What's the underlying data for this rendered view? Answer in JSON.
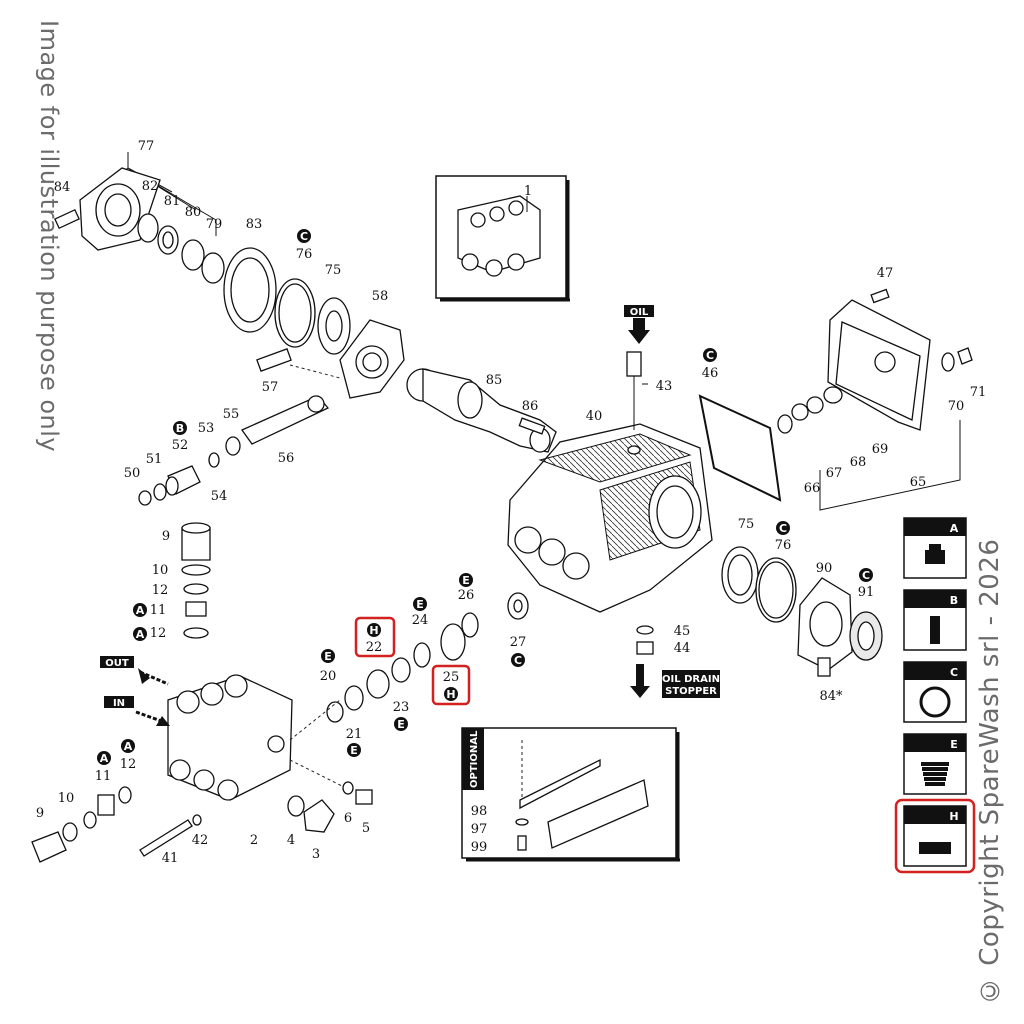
{
  "watermark_left": "Image for illustration purpose only",
  "watermark_right": "© Copyright SpareWash srl - 2026",
  "tags": {
    "oil": "OIL",
    "out": "OUT",
    "in": "IN",
    "drain_line1": "OIL DRAIN",
    "drain_line2": "STOPPER",
    "optional": "OPTIONAL"
  },
  "legend": [
    {
      "letter": "A",
      "icon": "valve-kit-icon",
      "highlighted": false
    },
    {
      "letter": "B",
      "icon": "piston-kit-icon",
      "highlighted": false
    },
    {
      "letter": "C",
      "icon": "gasket-kit-icon",
      "highlighted": false
    },
    {
      "letter": "E",
      "icon": "seal-kit-icon",
      "highlighted": false
    },
    {
      "letter": "H",
      "icon": "h-kit-icon",
      "highlighted": true
    }
  ],
  "part_labels": [
    {
      "id": "p77",
      "text": "77"
    },
    {
      "id": "p82",
      "text": "82"
    },
    {
      "id": "p81",
      "text": "81"
    },
    {
      "id": "p80",
      "text": "80"
    },
    {
      "id": "p79",
      "text": "79"
    },
    {
      "id": "p84",
      "text": "84"
    },
    {
      "id": "p83",
      "text": "83"
    },
    {
      "id": "p76a",
      "text": "76"
    },
    {
      "id": "p75a",
      "text": "75"
    },
    {
      "id": "p58",
      "text": "58"
    },
    {
      "id": "p57",
      "text": "57"
    },
    {
      "id": "p85",
      "text": "85"
    },
    {
      "id": "p86",
      "text": "86"
    },
    {
      "id": "p1",
      "text": "1"
    },
    {
      "id": "p43",
      "text": "43"
    },
    {
      "id": "p46",
      "text": "46"
    },
    {
      "id": "p40",
      "text": "40"
    },
    {
      "id": "p47",
      "text": "47"
    },
    {
      "id": "p71",
      "text": "71"
    },
    {
      "id": "p70",
      "text": "70"
    },
    {
      "id": "p69",
      "text": "69"
    },
    {
      "id": "p68",
      "text": "68"
    },
    {
      "id": "p67",
      "text": "67"
    },
    {
      "id": "p66",
      "text": "66"
    },
    {
      "id": "p65",
      "text": "65"
    },
    {
      "id": "p53",
      "text": "53"
    },
    {
      "id": "p55",
      "text": "55"
    },
    {
      "id": "p52",
      "text": "52"
    },
    {
      "id": "p51",
      "text": "51"
    },
    {
      "id": "p50",
      "text": "50"
    },
    {
      "id": "p54",
      "text": "54"
    },
    {
      "id": "p56",
      "text": "56"
    },
    {
      "id": "p9a",
      "text": "9"
    },
    {
      "id": "p10a",
      "text": "10"
    },
    {
      "id": "p12a",
      "text": "12"
    },
    {
      "id": "p11a",
      "text": "11"
    },
    {
      "id": "p12b",
      "text": "12"
    },
    {
      "id": "p26",
      "text": "26"
    },
    {
      "id": "p24",
      "text": "24"
    },
    {
      "id": "p22",
      "text": "22"
    },
    {
      "id": "p27",
      "text": "27"
    },
    {
      "id": "p25",
      "text": "25"
    },
    {
      "id": "p20",
      "text": "20"
    },
    {
      "id": "p23",
      "text": "23"
    },
    {
      "id": "p21",
      "text": "21"
    },
    {
      "id": "p75b",
      "text": "75"
    },
    {
      "id": "p76b",
      "text": "76"
    },
    {
      "id": "p90",
      "text": "90"
    },
    {
      "id": "p91",
      "text": "91"
    },
    {
      "id": "p45",
      "text": "45"
    },
    {
      "id": "p44",
      "text": "44"
    },
    {
      "id": "p84s",
      "text": "84*"
    },
    {
      "id": "p11b",
      "text": "11"
    },
    {
      "id": "p12c",
      "text": "12"
    },
    {
      "id": "p10b",
      "text": "10"
    },
    {
      "id": "p9b",
      "text": "9"
    },
    {
      "id": "p41",
      "text": "41"
    },
    {
      "id": "p42",
      "text": "42"
    },
    {
      "id": "p2",
      "text": "2"
    },
    {
      "id": "p4",
      "text": "4"
    },
    {
      "id": "p3",
      "text": "3"
    },
    {
      "id": "p6",
      "text": "6"
    },
    {
      "id": "p5",
      "text": "5"
    },
    {
      "id": "p98",
      "text": "98"
    },
    {
      "id": "p97",
      "text": "97"
    },
    {
      "id": "p99",
      "text": "99"
    }
  ],
  "kit_marks": [
    {
      "id": "kC76a",
      "text": "C"
    },
    {
      "id": "kB52",
      "text": "B"
    },
    {
      "id": "kC46",
      "text": "C"
    },
    {
      "id": "kA11",
      "text": "A"
    },
    {
      "id": "kA12",
      "text": "A"
    },
    {
      "id": "kE26",
      "text": "E"
    },
    {
      "id": "kE24",
      "text": "E"
    },
    {
      "id": "kH22",
      "text": "H"
    },
    {
      "id": "kC27",
      "text": "C"
    },
    {
      "id": "kH25",
      "text": "H"
    },
    {
      "id": "kE20",
      "text": "E"
    },
    {
      "id": "kE23",
      "text": "E"
    },
    {
      "id": "kE21",
      "text": "E"
    },
    {
      "id": "kC76b",
      "text": "C"
    },
    {
      "id": "kC91",
      "text": "C"
    },
    {
      "id": "kA11b",
      "text": "A"
    },
    {
      "id": "kA12b",
      "text": "A"
    }
  ]
}
